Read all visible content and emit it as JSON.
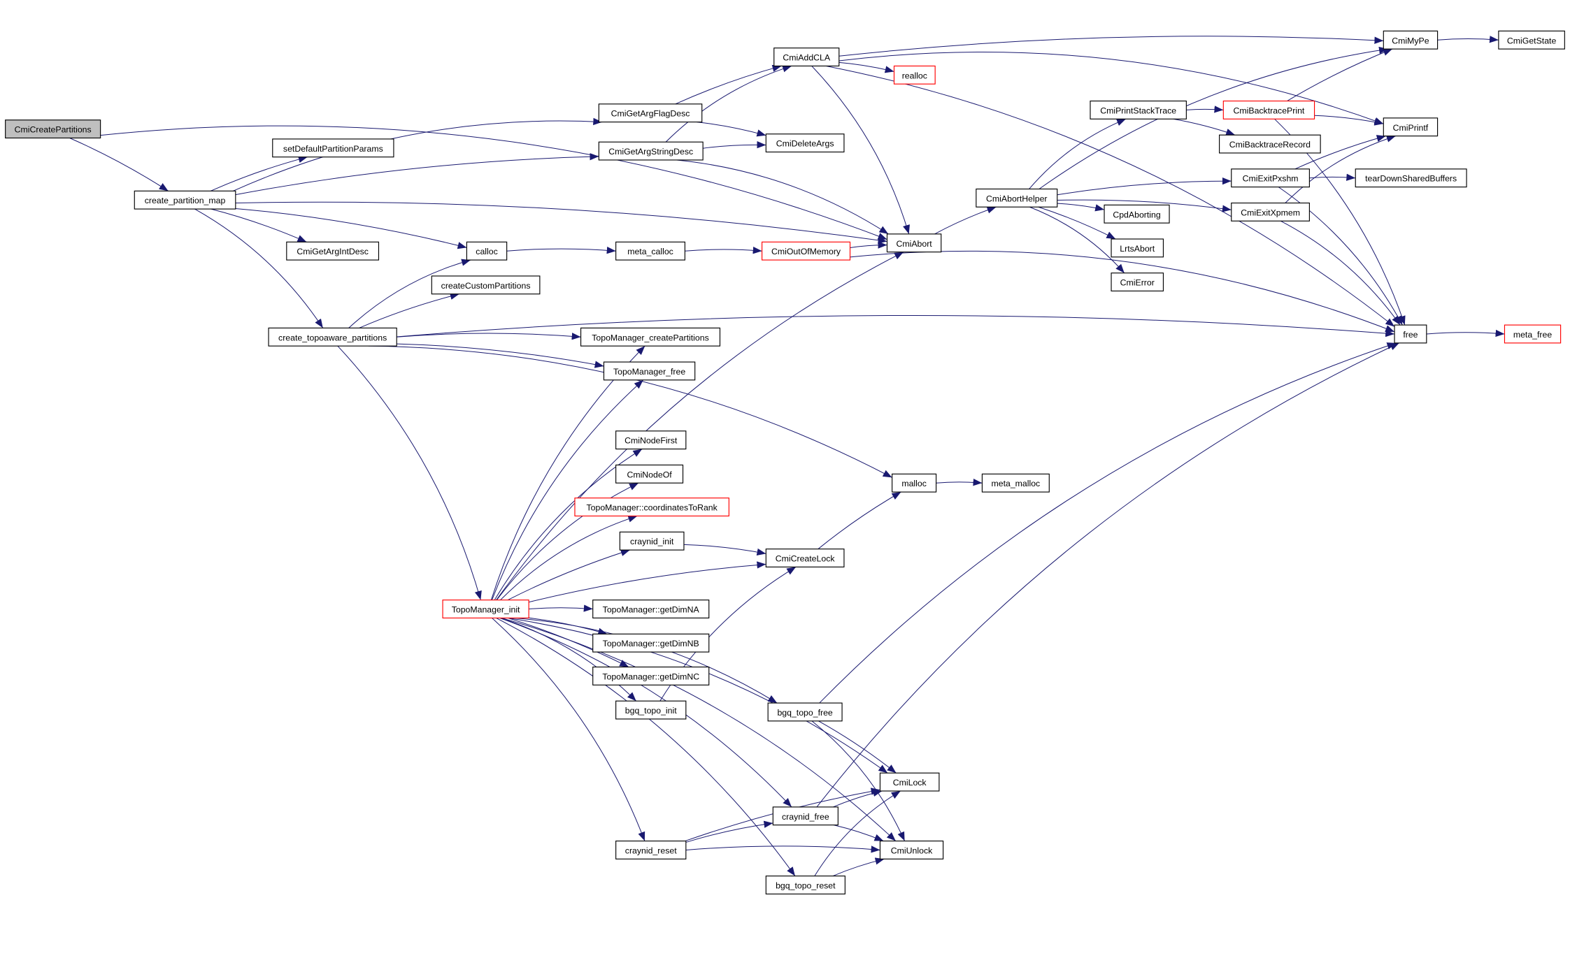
{
  "colors": {
    "edge": "#191970",
    "highlight_border": "#ff0000",
    "root_fill": "#bfbfbf"
  },
  "nodes": [
    {
      "id": "ccp",
      "label": "CmiCreatePartitions",
      "style": "root"
    },
    {
      "id": "cpm",
      "label": "create_partition_map"
    },
    {
      "id": "sdpp",
      "label": "setDefaultPartitionParams"
    },
    {
      "id": "gaid",
      "label": "CmiGetArgIntDesc"
    },
    {
      "id": "calloc",
      "label": "calloc"
    },
    {
      "id": "ccpart",
      "label": "createCustomPartitions"
    },
    {
      "id": "ctp",
      "label": "create_topoaware_partitions"
    },
    {
      "id": "gafd",
      "label": "CmiGetArgFlagDesc"
    },
    {
      "id": "gasd",
      "label": "CmiGetArgStringDesc"
    },
    {
      "id": "addcla",
      "label": "CmiAddCLA"
    },
    {
      "id": "realloc",
      "label": "realloc",
      "style": "red"
    },
    {
      "id": "delargs",
      "label": "CmiDeleteArgs"
    },
    {
      "id": "metacalloc",
      "label": "meta_calloc"
    },
    {
      "id": "oom",
      "label": "CmiOutOfMemory",
      "style": "red"
    },
    {
      "id": "abort",
      "label": "CmiAbort"
    },
    {
      "id": "aborth",
      "label": "CmiAbortHelper"
    },
    {
      "id": "pst",
      "label": "CmiPrintStackTrace"
    },
    {
      "id": "btp",
      "label": "CmiBacktracePrint",
      "style": "red"
    },
    {
      "id": "btr",
      "label": "CmiBacktraceRecord"
    },
    {
      "id": "mype",
      "label": "CmiMyPe"
    },
    {
      "id": "getstate",
      "label": "CmiGetState"
    },
    {
      "id": "printf",
      "label": "CmiPrintf"
    },
    {
      "id": "pxshm",
      "label": "CmiExitPxshm"
    },
    {
      "id": "teardown",
      "label": "tearDownSharedBuffers"
    },
    {
      "id": "xpmem",
      "label": "CmiExitXpmem"
    },
    {
      "id": "cpdab",
      "label": "CpdAborting"
    },
    {
      "id": "lrts",
      "label": "LrtsAbort"
    },
    {
      "id": "error",
      "label": "CmiError"
    },
    {
      "id": "free",
      "label": "free"
    },
    {
      "id": "metafree",
      "label": "meta_free",
      "style": "red"
    },
    {
      "id": "tmcp",
      "label": "TopoManager_createPartitions"
    },
    {
      "id": "tmfree",
      "label": "TopoManager_free"
    },
    {
      "id": "nodefirst",
      "label": "CmiNodeFirst"
    },
    {
      "id": "nodeof",
      "label": "CmiNodeOf"
    },
    {
      "id": "c2r",
      "label": "TopoManager::coordinatesToRank",
      "style": "red"
    },
    {
      "id": "crinit",
      "label": "craynid_init"
    },
    {
      "id": "createlock",
      "label": "CmiCreateLock"
    },
    {
      "id": "malloc",
      "label": "malloc"
    },
    {
      "id": "metamalloc",
      "label": "meta_malloc"
    },
    {
      "id": "tminit",
      "label": "TopoManager_init",
      "style": "red"
    },
    {
      "id": "dna",
      "label": "TopoManager::getDimNA"
    },
    {
      "id": "dnb",
      "label": "TopoManager::getDimNB"
    },
    {
      "id": "dnc",
      "label": "TopoManager::getDimNC"
    },
    {
      "id": "bgqinit",
      "label": "bgq_topo_init"
    },
    {
      "id": "bgqfree",
      "label": "bgq_topo_free"
    },
    {
      "id": "lock",
      "label": "CmiLock"
    },
    {
      "id": "crfree",
      "label": "craynid_free"
    },
    {
      "id": "unlock",
      "label": "CmiUnlock"
    },
    {
      "id": "crreset",
      "label": "craynid_reset"
    },
    {
      "id": "bgqreset",
      "label": "bgq_topo_reset"
    }
  ],
  "edges": [
    [
      "ccp",
      "cpm"
    ],
    [
      "ccp",
      "abort"
    ],
    [
      "cpm",
      "gafd"
    ],
    [
      "cpm",
      "sdpp"
    ],
    [
      "cpm",
      "gasd"
    ],
    [
      "cpm",
      "abort"
    ],
    [
      "cpm",
      "gaid"
    ],
    [
      "cpm",
      "calloc"
    ],
    [
      "cpm",
      "ctp"
    ],
    [
      "ctp",
      "calloc"
    ],
    [
      "ctp",
      "ccpart"
    ],
    [
      "ctp",
      "tmcp"
    ],
    [
      "ctp",
      "tmfree"
    ],
    [
      "ctp",
      "malloc"
    ],
    [
      "ctp",
      "tminit"
    ],
    [
      "ctp",
      "free"
    ],
    [
      "gafd",
      "addcla"
    ],
    [
      "gafd",
      "delargs"
    ],
    [
      "gasd",
      "addcla"
    ],
    [
      "gasd",
      "delargs"
    ],
    [
      "gasd",
      "abort"
    ],
    [
      "addcla",
      "mype"
    ],
    [
      "addcla",
      "printf"
    ],
    [
      "addcla",
      "realloc"
    ],
    [
      "addcla",
      "abort"
    ],
    [
      "addcla",
      "free"
    ],
    [
      "calloc",
      "metacalloc"
    ],
    [
      "metacalloc",
      "oom"
    ],
    [
      "oom",
      "abort"
    ],
    [
      "oom",
      "free"
    ],
    [
      "abort",
      "aborth"
    ],
    [
      "aborth",
      "mype"
    ],
    [
      "aborth",
      "pst"
    ],
    [
      "aborth",
      "pxshm"
    ],
    [
      "aborth",
      "xpmem"
    ],
    [
      "aborth",
      "cpdab"
    ],
    [
      "aborth",
      "lrts"
    ],
    [
      "aborth",
      "error"
    ],
    [
      "pst",
      "btp"
    ],
    [
      "pst",
      "btr"
    ],
    [
      "btp",
      "mype"
    ],
    [
      "btp",
      "printf"
    ],
    [
      "btp",
      "free"
    ],
    [
      "mype",
      "getstate"
    ],
    [
      "pxshm",
      "printf"
    ],
    [
      "pxshm",
      "teardown"
    ],
    [
      "pxshm",
      "free"
    ],
    [
      "xpmem",
      "printf"
    ],
    [
      "xpmem",
      "free"
    ],
    [
      "free",
      "metafree"
    ],
    [
      "malloc",
      "metamalloc"
    ],
    [
      "tminit",
      "tmcp"
    ],
    [
      "tminit",
      "tmfree"
    ],
    [
      "tminit",
      "nodefirst"
    ],
    [
      "tminit",
      "nodeof"
    ],
    [
      "tminit",
      "c2r"
    ],
    [
      "tminit",
      "crinit"
    ],
    [
      "tminit",
      "createlock"
    ],
    [
      "tminit",
      "dna"
    ],
    [
      "tminit",
      "dnb"
    ],
    [
      "tminit",
      "dnc"
    ],
    [
      "tminit",
      "bgqinit"
    ],
    [
      "tminit",
      "bgqfree"
    ],
    [
      "tminit",
      "lock"
    ],
    [
      "tminit",
      "crfree"
    ],
    [
      "tminit",
      "crreset"
    ],
    [
      "tminit",
      "bgqreset"
    ],
    [
      "tminit",
      "unlock"
    ],
    [
      "tminit",
      "abort"
    ],
    [
      "crinit",
      "createlock"
    ],
    [
      "bgqinit",
      "createlock"
    ],
    [
      "createlock",
      "malloc"
    ],
    [
      "bgqfree",
      "free"
    ],
    [
      "bgqfree",
      "lock"
    ],
    [
      "bgqfree",
      "unlock"
    ],
    [
      "crfree",
      "lock"
    ],
    [
      "crfree",
      "unlock"
    ],
    [
      "crfree",
      "free"
    ],
    [
      "crreset",
      "lock"
    ],
    [
      "crreset",
      "crfree"
    ],
    [
      "crreset",
      "unlock"
    ],
    [
      "bgqreset",
      "lock"
    ],
    [
      "bgqreset",
      "unlock"
    ]
  ]
}
